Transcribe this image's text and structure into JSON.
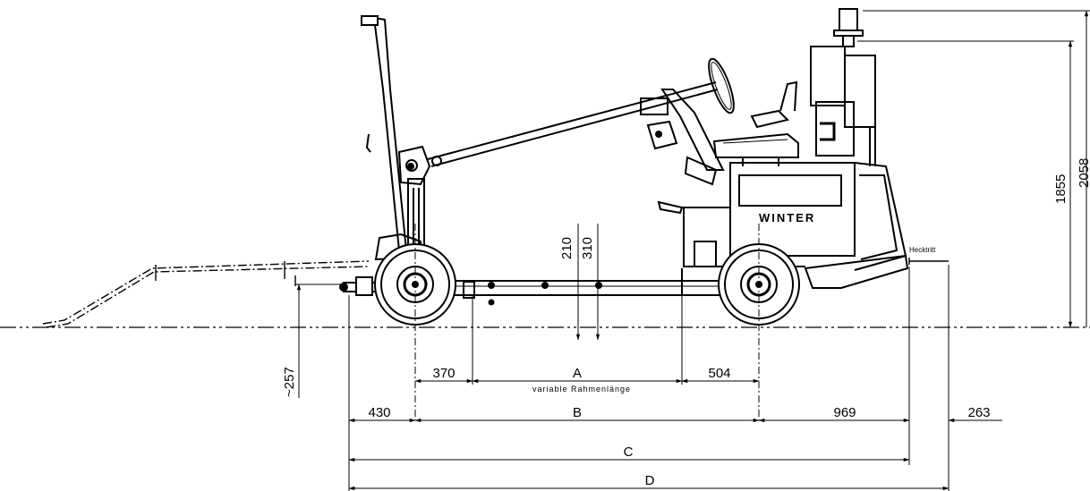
{
  "dimensions": {
    "h_257": "~257",
    "h_210": "210",
    "h_310": "310",
    "h_1855": "1855",
    "h_2058": "2058",
    "d_370": "370",
    "d_A": "A",
    "d_A_sub": "variable Rahmenlänge",
    "d_504": "504",
    "d_430": "430",
    "d_B": "B",
    "d_969": "969",
    "d_263": "263",
    "d_C": "C",
    "d_D": "D"
  },
  "labels": {
    "heck": "Hecktritt",
    "brand": "WINTER"
  },
  "colors": {
    "line": "#000000",
    "background": "#ffffff"
  }
}
